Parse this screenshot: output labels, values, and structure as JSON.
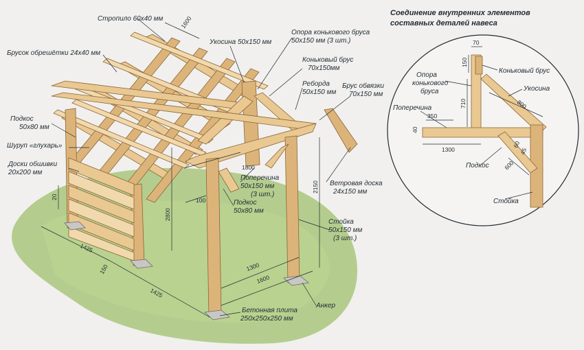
{
  "detail": {
    "title_line1": "Соединение внутренних элементов",
    "title_line2": "составных деталей навеса",
    "labels": {
      "dim_70": "70",
      "dim_150": "150",
      "konkovy_brus": "Коньковый брус",
      "opora_line1": "Опора",
      "opora_line2": "конькового",
      "opora_line3": "бруса",
      "uikosina": "Укосина",
      "dim_710": "710",
      "dim_800": "800",
      "poperechina": "Поперечина",
      "dim_350": "350",
      "dim_40": "40",
      "dim_1300": "1300",
      "dim_45": "45",
      "dim_60": "60",
      "podkos": "Подкос",
      "dim_600": "600",
      "stoika": "Стойка"
    }
  },
  "main": {
    "labels": {
      "stropilo": "Стропило 60х40 мм",
      "dim_1600_top": "1600",
      "brusok_obreshetki": "Брусок обрешётки 24х40 мм",
      "ukosina_50x150": "Укосина 50х150 мм",
      "opora_konk_line1": "Опора конькового бруса",
      "opora_konk_line2": "50х150 мм (3 шт.)",
      "konk_brus_line1": "Коньковый брус",
      "konk_brus_line2": "70х150мм",
      "rebord_line1": "Реборда",
      "rebord_line2": "50х150 мм",
      "brus_obvyazki_line1": "Брус обвязки",
      "brus_obvyazki_line2": "70х150 мм",
      "podkos_line1": "Подкос",
      "podkos_line2": "50х80 мм",
      "shurup": "Шуруп «глухарь»",
      "doski_line1": "Доски обшивки",
      "doski_line2": "20х200 мм",
      "dim_1800": "1800",
      "poperechina_line1": "Поперечина",
      "poperechina_line2": "50х150 мм",
      "poperechina_line3": "(3 шт.)",
      "podkos2_line1": "Подкос",
      "podkos2_line2": "50х80 мм",
      "dim_2150": "2150",
      "vetrovaya_line1": "Ветровая доска",
      "vetrovaya_line2": "24х150 мм",
      "dim_20": "20",
      "dim_100": "100",
      "dim_2800": "2800",
      "stoika_line1": "Стойка",
      "stoika_line2": "50х150 мм",
      "stoika_line3": "(3 шт.)",
      "dim_1425_a": "1425",
      "dim_150": "150",
      "dim_1425_b": "1425",
      "dim_1300": "1300",
      "dim_1600": "1600",
      "betonnaya_line1": "Бетонная плита",
      "betonnaya_line2": "250х250х250 мм",
      "ankor": "Анкер"
    }
  },
  "colors": {
    "lawn": "#a9c77c",
    "wood": "#e9c892",
    "ink": "#1f2a33"
  }
}
